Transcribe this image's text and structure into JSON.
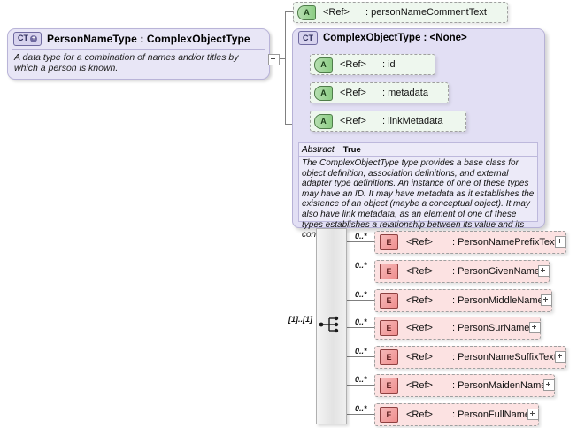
{
  "diagram": {
    "type": "xsd-schema-diagram",
    "root_type": {
      "badge": "CT",
      "badge_icon": "complex-type-plus-icon",
      "title": "PersonNameType : ComplexObjectType",
      "description": "A data type for a combination of names and/or titles by which a person is known.",
      "toggle": "minus"
    },
    "top_attribute": {
      "badge": "A",
      "ref": "<Ref>",
      "name": ": personNameCommentText"
    },
    "base_type": {
      "badge": "CT",
      "title": "ComplexObjectType : <None>",
      "attributes": [
        {
          "badge": "A",
          "ref": "<Ref>",
          "name": ": id"
        },
        {
          "badge": "A",
          "ref": "<Ref>",
          "name": ": metadata"
        },
        {
          "badge": "A",
          "ref": "<Ref>",
          "name": ": linkMetadata"
        }
      ],
      "annotation": {
        "key": "Abstract",
        "value": "True",
        "text": "The ComplexObjectType type provides a base class for object definition, association definitions, and external adapter type definitions. An instance of one of these types may have an ID. It may have metadata as it establishes the existence of an object (maybe a conceptual object). It may also have link metadata, as an element of one of these types establishes a relationship between its value and its context."
      }
    },
    "compositor": {
      "kind": "sequence",
      "icon": "sequence-icon",
      "cardinality": "[1]..[1]"
    },
    "elements": [
      {
        "badge": "E",
        "ref": "<Ref>",
        "name": ": PersonNamePrefixText",
        "occurs": "0..*",
        "toggle": "plus"
      },
      {
        "badge": "E",
        "ref": "<Ref>",
        "name": ": PersonGivenName",
        "occurs": "0..*",
        "toggle": "plus"
      },
      {
        "badge": "E",
        "ref": "<Ref>",
        "name": ": PersonMiddleName",
        "occurs": "0..*",
        "toggle": "plus"
      },
      {
        "badge": "E",
        "ref": "<Ref>",
        "name": ": PersonSurName",
        "occurs": "0..*",
        "toggle": "plus"
      },
      {
        "badge": "E",
        "ref": "<Ref>",
        "name": ": PersonNameSuffixText",
        "occurs": "0..*",
        "toggle": "plus"
      },
      {
        "badge": "E",
        "ref": "<Ref>",
        "name": ": PersonMaidenName",
        "occurs": "0..*",
        "toggle": "plus"
      },
      {
        "badge": "E",
        "ref": "<Ref>",
        "name": ": PersonFullName",
        "occurs": "0..*",
        "toggle": "plus"
      }
    ],
    "colors": {
      "attribute_fill": "#eef7ee",
      "element_fill": "#fce2e2",
      "complex_fill": "#e2dff4",
      "root_fill": "#e8e6f6",
      "line": "#808080"
    }
  }
}
